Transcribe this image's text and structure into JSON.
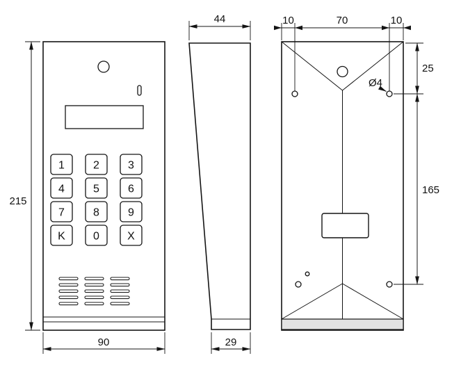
{
  "drawing": {
    "title": "door-entry-panel-technical-drawing",
    "keypad_keys": [
      "1",
      "2",
      "3",
      "4",
      "5",
      "6",
      "7",
      "8",
      "9",
      "K",
      "0",
      "X"
    ],
    "dimensions": {
      "front_height": "215",
      "front_width": "90",
      "side_top_width": "44",
      "side_bottom_width": "29",
      "back_left_offset": "10",
      "back_center_width": "70",
      "back_right_offset": "10",
      "back_hole_top_offset": "25",
      "back_hole_spacing": "165",
      "hole_diameter": "Ø4"
    },
    "line_color": "#141414"
  }
}
